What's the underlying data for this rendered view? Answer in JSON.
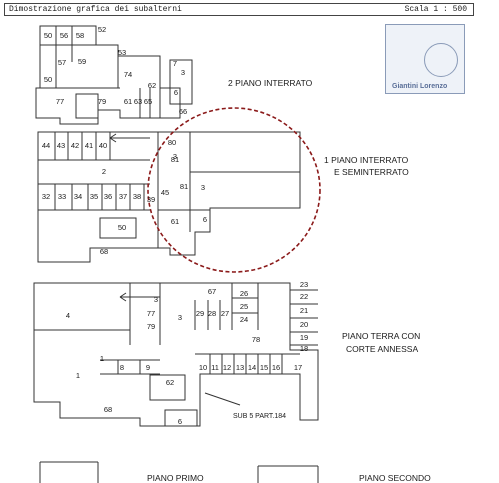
{
  "header": {
    "title": "Dimostrazione grafica dei subalterni",
    "scale": "Scala 1 : 500"
  },
  "stamp": {
    "name": "Giantini Lorenzo"
  },
  "floors": {
    "f1": "2 PIANO INTERRATO",
    "f2a": "1 PIANO INTERRATO",
    "f2b": "E SEMINTERRATO",
    "f3a": "PIANO TERRA CON",
    "f3b": "CORTE ANNESSA",
    "f4": "PIANO PRIMO",
    "f5": "PIANO SECONDO"
  },
  "sub_note": "SUB 5 PART.184",
  "plan1_units": [
    "50",
    "56",
    "58",
    "52",
    "57",
    "59",
    "50",
    "53",
    "74",
    "7",
    "3",
    "6",
    "77",
    "79",
    "61",
    "63",
    "65",
    "62",
    "66"
  ],
  "plan2_units": [
    "44",
    "43",
    "42",
    "41",
    "40",
    "2",
    "80",
    "3",
    "81",
    "32",
    "33",
    "34",
    "35",
    "36",
    "37",
    "38",
    "39",
    "45",
    "81",
    "3",
    "50",
    "61",
    "6",
    "68"
  ],
  "plan3_units": [
    "23",
    "67",
    "26",
    "22",
    "3",
    "25",
    "21",
    "4",
    "77",
    "29",
    "28",
    "27",
    "24",
    "20",
    "79",
    "3",
    "19",
    "78",
    "18",
    "1",
    "8",
    "9",
    "10",
    "11",
    "12",
    "13",
    "14",
    "15",
    "16",
    "17",
    "62",
    "1",
    "68",
    "6"
  ],
  "colors": {
    "circle": "#8b1a1a",
    "line": "#333333"
  }
}
